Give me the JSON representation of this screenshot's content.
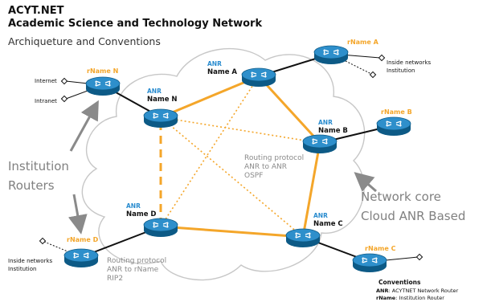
{
  "header": {
    "line1": "ACYT.NET",
    "line2": "Academic Science and Technology Network",
    "line3": "Archiqueture and Conventions"
  },
  "anr_tag": "ANR",
  "routers": {
    "a": "Name A",
    "n": "Name N",
    "b": "Name B",
    "c": "Name C",
    "d": "Name D"
  },
  "edge_routers": {
    "rn": "rName N",
    "ra": "rName A",
    "rb": "rName B",
    "rc": "rName C",
    "rd": "rName D"
  },
  "endpoints": {
    "internet": "Internet",
    "intranet": "Intranet",
    "inside_a_1": "Inside networks",
    "inside_a_2": "Institution",
    "inside_d_1": "Inside networks",
    "inside_d_2": "Institution"
  },
  "annotations": {
    "institution_1": "Institution",
    "institution_2": "Routers",
    "core_1": "Network core",
    "core_2": "Cloud ANR Based",
    "proto_ospf_1": "Routing protocol",
    "proto_ospf_2": "ANR to ANR",
    "proto_ospf_3": "OSPF",
    "proto_rip_1": "Routing protocol",
    "proto_rip_2": "ANR to rName",
    "proto_rip_3": "RIP2"
  },
  "conventions": {
    "title": "Conventions",
    "anr_key": "ANR",
    "anr_text": ": ACYTNET Network Router",
    "rname_key": "rName",
    "rname_text": ": Institution Router"
  },
  "colors": {
    "link_core": "#f4a62a",
    "router_fill": "#1d7fb8",
    "anr_label": "#2a8ccf",
    "rname_label": "#f4a62a",
    "annotation": "#808080"
  },
  "icons": {
    "router": "router-icon",
    "endpoint": "network-endpoint-icon",
    "arrow": "arrow-icon"
  }
}
